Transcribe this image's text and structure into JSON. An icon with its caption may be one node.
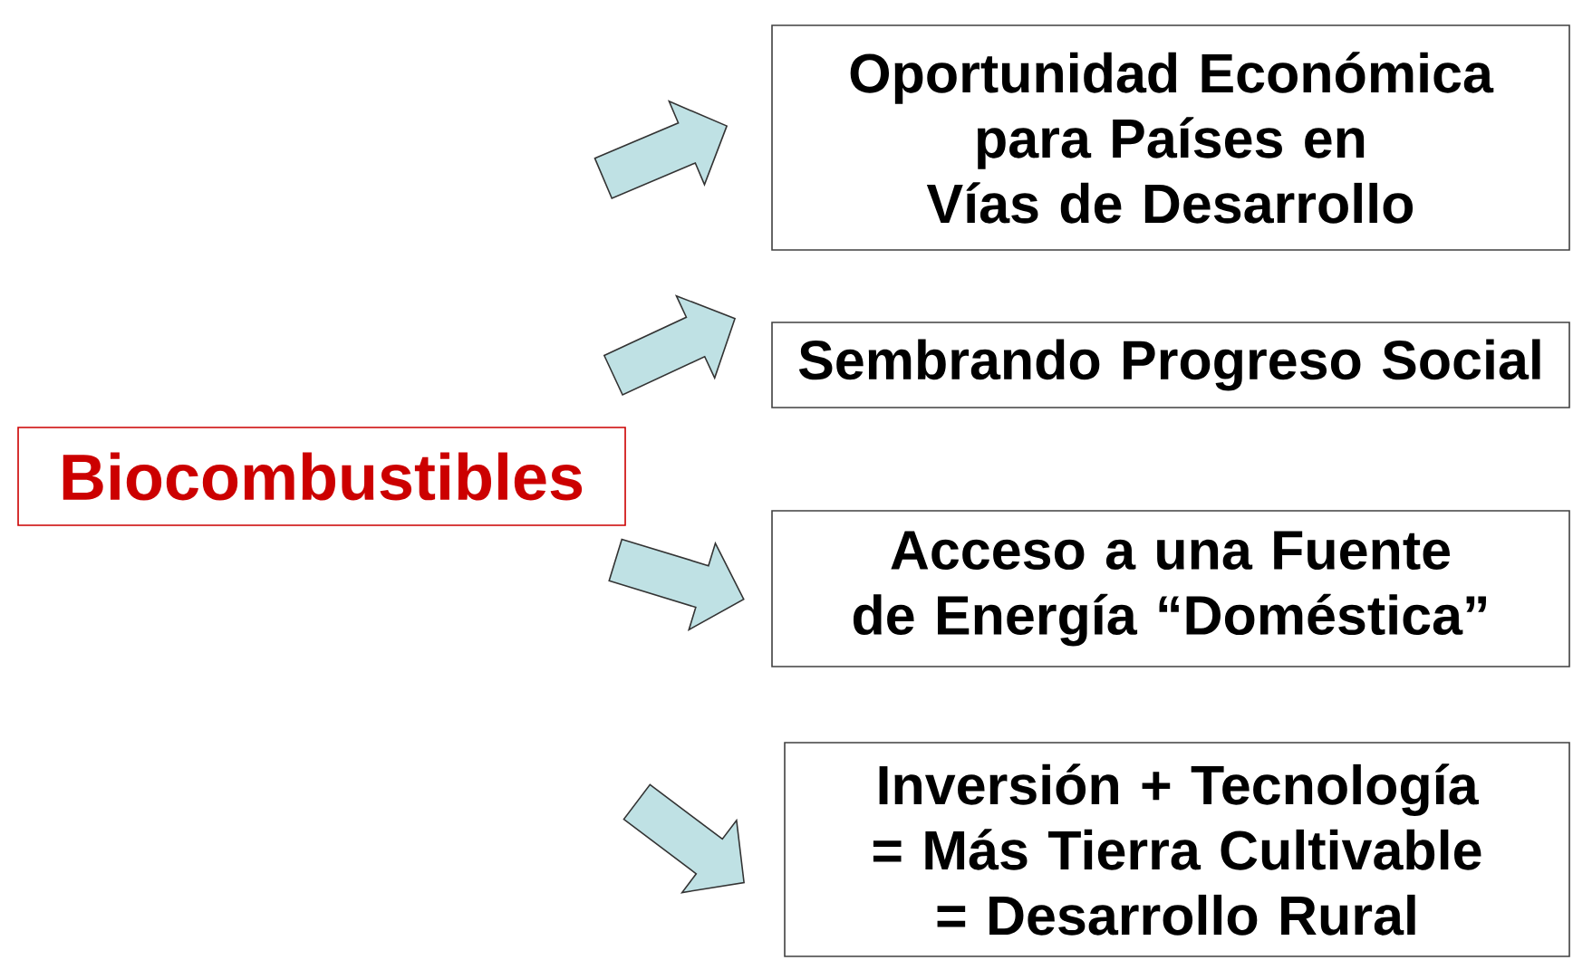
{
  "diagram": {
    "nodes": [
      {
        "text": [
          "Biocombustibles"
        ]
      },
      {
        "text": [
          "Oportunidad Económica para Países en Vías de Desarrollo"
        ]
      },
      {
        "text": [
          "Sembrando Progreso Social"
        ]
      },
      {
        "text": [
          "Acceso a una Fuente de Energía “Doméstica”"
        ]
      },
      {
        "text": [
          "Inversión + Tecnología = Más Tierra Cultivable = Desarrollo Rural"
        ]
      }
    ],
    "edges": [
      {
        "from": null,
        "to": 1,
        "arrow": "to"
      },
      {
        "from": null,
        "to": 2,
        "arrow": "to"
      },
      {
        "from": null,
        "to": 3,
        "arrow": "to"
      },
      {
        "from": null,
        "to": 4,
        "arrow": "to"
      }
    ]
  }
}
